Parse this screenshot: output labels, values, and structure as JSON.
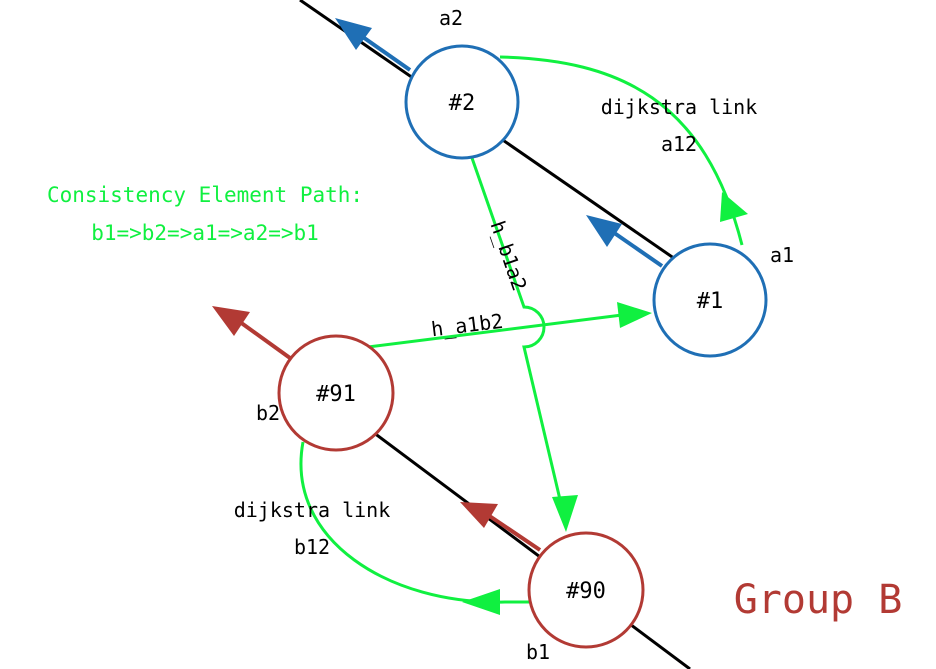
{
  "colors": {
    "blue": "#1f6fb5",
    "red": "#b23a34",
    "green": "#10f040",
    "black": "#000000"
  },
  "consistency": {
    "title": "Consistency Element Path:",
    "path": "b1=>b2=>a1=>a2=>b1"
  },
  "group_label": "Group B",
  "nodes": [
    {
      "id": "#2",
      "color": "blue"
    },
    {
      "id": "#1",
      "color": "blue"
    },
    {
      "id": "#91",
      "color": "red"
    },
    {
      "id": "#90",
      "color": "red"
    }
  ],
  "endpoint_labels": {
    "a2": "a2",
    "a1": "a1",
    "b2": "b2",
    "b1": "b1"
  },
  "links": {
    "dijkstra_a": {
      "label": "dijkstra link",
      "name": "a12"
    },
    "dijkstra_b": {
      "label": "dijkstra link",
      "name": "b12"
    },
    "h_b1a2": "h_b1a2",
    "h_a1b2": "h_a1b2"
  }
}
